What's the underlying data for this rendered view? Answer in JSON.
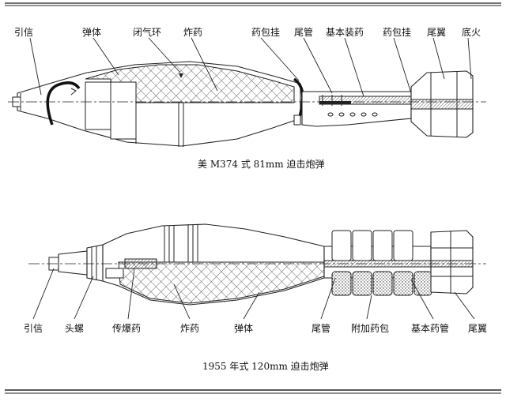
{
  "diagram_top": {
    "labels": {
      "fuze": "引信",
      "body": "弹体",
      "seal_ring": "闭气环",
      "explosive": "炸药",
      "charge_holder_left": "药包挂",
      "tail_tube": "尾管",
      "base_charge": "基本装药",
      "charge_holder_right": "药包挂",
      "tail_fin": "尾翼",
      "primer": "底火"
    },
    "caption": "美 M374 式 81mm 迫击炮弹"
  },
  "diagram_bottom": {
    "labels": {
      "fuze": "引信",
      "head_screw": "头螺",
      "booster": "传爆药",
      "explosive": "炸药",
      "body": "弹体",
      "tail_tube": "尾管",
      "extra_charge": "附加药包",
      "base_charge_tube": "基本药管",
      "tail_fin": "尾翼"
    },
    "caption": "1955 年式 120mm 迫击炮弹"
  }
}
